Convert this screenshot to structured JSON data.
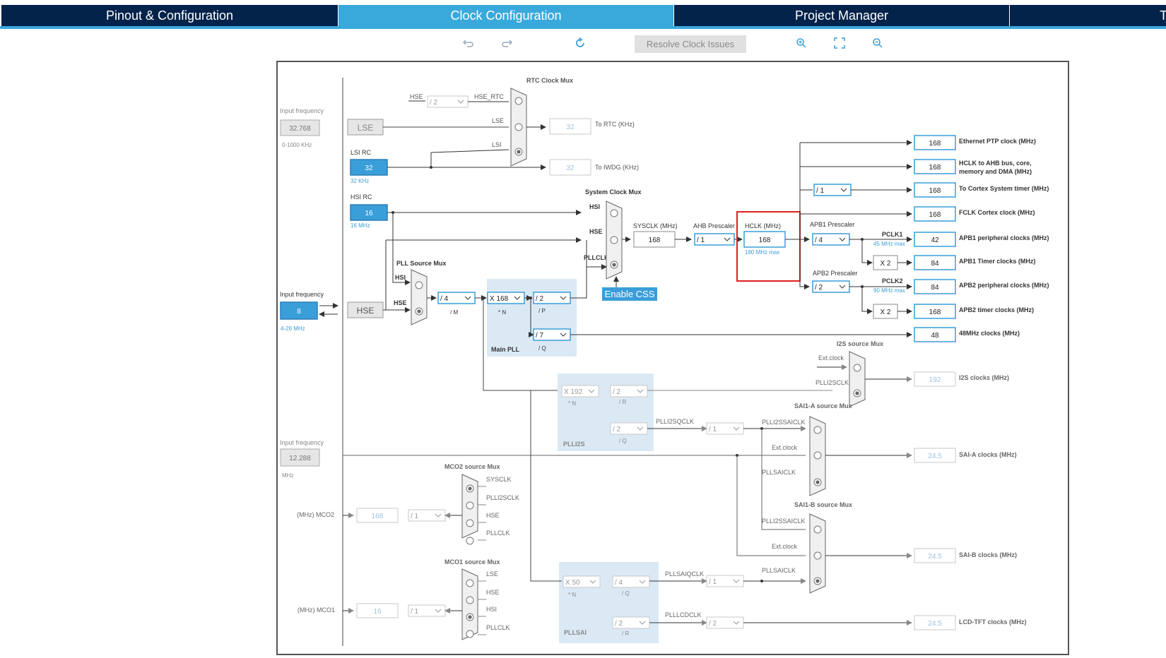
{
  "tabs": [
    {
      "label": "Pinout & Configuration",
      "active": false
    },
    {
      "label": "Clock Configuration",
      "active": true
    },
    {
      "label": "Project Manager",
      "active": false
    },
    {
      "label": "T",
      "active": false
    }
  ],
  "toolbar": {
    "undo_icon": "undo-icon",
    "redo_icon": "redo-icon",
    "reset_icon": "refresh-icon",
    "resolve_label": "Resolve Clock Issues",
    "zoom_in_icon": "zoom-in-icon",
    "fit_icon": "fit-screen-icon",
    "zoom_out_icon": "zoom-out-icon"
  },
  "colors": {
    "active_tab": "#39a9dc",
    "dark_tab": "#03234b",
    "blue_box": "#3a9ed9",
    "pll_bg": "#dbe9f4",
    "highlight": "#e02020"
  },
  "diagram": {
    "rtc_mux": "RTC Clock Mux",
    "input_freq_label": "Input frequency",
    "lse_input": "32.768",
    "lse_range": "0-1000 KHz",
    "lse": "LSE",
    "hse_div_sig": "HSE",
    "hse_rtc_div": "/ 2",
    "hse_rtc": "HSE_RTC",
    "lse_sig": "LSE",
    "lsi_sig": "LSI",
    "to_rtc_val": "32",
    "to_rtc": "To RTC (KHz)",
    "lsi_rc": "LSI RC",
    "lsi_val": "32",
    "lsi_freq": "32 KHz",
    "to_iwdg_val": "32",
    "to_iwdg": "To IWDG (KHz)",
    "hsi_rc": "HSI RC",
    "hsi_val": "16",
    "hsi_freq": "16 MHz",
    "sys_mux": "System Clock Mux",
    "sys_hsi": "HSI",
    "sys_hse": "HSE",
    "sys_pllclk": "PLLCLK",
    "sysclk_label": "SYSCLK (MHz)",
    "sysclk_val": "168",
    "ahb_label": "AHB Prescaler",
    "ahb_div": "/ 1",
    "hclk_label": "HCLK (MHz)",
    "hclk_val": "168",
    "hclk_max": "180 MHz max",
    "apb1_label": "APB1 Prescaler",
    "apb1_div": "/ 4",
    "pclk1": "PCLK1",
    "pclk1_max": "45 MHz max",
    "apb2_label": "APB2 Prescaler",
    "apb2_div": "/ 2",
    "pclk2": "PCLK2",
    "pclk2_max": "90 MHz max",
    "cortex_div": "/ 1",
    "x2a": "X 2",
    "x2b": "X 2",
    "pll_src_mux": "PLL Source Mux",
    "pll_hsi": "HSI",
    "pll_hse": "HSE",
    "hse_input": "8",
    "hse_range": "4-26 MHz",
    "hse": "HSE",
    "div_m": "/ 4",
    "m_lbl": "/ M",
    "mul_n": "X 168",
    "n_lbl": "* N",
    "div_p": "/ 2",
    "p_lbl": "/ P",
    "div_q": "/ 7",
    "q_lbl": "/ Q",
    "main_pll": "Main PLL",
    "enable_css": "Enable CSS",
    "outputs": [
      {
        "val": "168",
        "label": "Ethernet PTP clock (MHz)",
        "label2": ""
      },
      {
        "val": "168",
        "label": "HCLK to AHB bus, core,",
        "label2": "memory and DMA (MHz)"
      },
      {
        "val": "168",
        "label": "To Cortex System timer (MHz)",
        "label2": ""
      },
      {
        "val": "168",
        "label": "FCLK Cortex clock (MHz)",
        "label2": ""
      },
      {
        "val": "42",
        "label": "APB1 peripheral clocks (MHz)",
        "label2": ""
      },
      {
        "val": "84",
        "label": "APB1 Timer clocks (MHz)",
        "label2": ""
      },
      {
        "val": "84",
        "label": "APB2 peripheral clocks (MHz)",
        "label2": ""
      },
      {
        "val": "168",
        "label": "APB2 timer clocks (MHz)",
        "label2": ""
      },
      {
        "val": "48",
        "label": "48MHz clocks (MHz)",
        "label2": ""
      }
    ],
    "i2s_mux": "I2S source Mux",
    "ext_clock": "Ext.clock",
    "plli2sclk": "PLLI2SCLK",
    "i2s_val": "192",
    "i2s_label": "I2S clocks (MHz)",
    "plli2s_n": "X 192",
    "plli2s_nl": "* N",
    "plli2s_r": "/ 2",
    "plli2s_rl": "/ R",
    "plli2s_q": "/ 2",
    "plli2s_ql": "/ Q",
    "plli2s": "PLLI2S",
    "plli2sqclk": "PLLI2SQCLK",
    "plli2sq_div": "/ 1",
    "sai_a_mux": "SAI1-A source Mux",
    "plli2ssaiclk": "PLLI2SSAICLK",
    "sai_ext": "Ext.clock",
    "pllsaiclk": "PLLSAICLK",
    "sai_a_val": "24.5",
    "sai_a_label": "SAI-A clocks (MHz)",
    "input_freq3": "12.288",
    "mhz": "MHz",
    "sai_b_mux": "SAI1-B source Mux",
    "sai_b_plli2s": "PLLI2SSAICLK",
    "sai_b_ext": "Ext.clock",
    "sai_b_pllsai": "PLLSAICLK",
    "sai_b_val": "24.5",
    "sai_b_label": "SAI-B clocks (MHz)",
    "mco2_mux": "MCO2 source Mux",
    "mco2_opts": [
      "SYSCLK",
      "PLLI2SCLK",
      "HSE",
      "PLLCLK"
    ],
    "mco2_label": "(MHz) MCO2",
    "mco2_val": "168",
    "mco2_div": "/ 1",
    "mco1_mux": "MCO1 source Mux",
    "mco1_opts": [
      "LSE",
      "HSE",
      "HSI",
      "PLLCLK"
    ],
    "mco1_label": "(MHz) MCO1",
    "mco1_val": "16",
    "mco1_div": "/ 1",
    "pllsai_n": "X 50",
    "pllsai_nl": "* N",
    "pllsai_q": "/ 4",
    "pllsai_ql": "/ Q",
    "pllsai_r": "/ 2",
    "pllsai_rl": "/ R",
    "pllsai": "PLLSAI",
    "pllsaiqclk": "PLLSAIQCLK",
    "pllsaiq_div": "/ 1",
    "pllcdclk": "PLLLCDCLK",
    "lcd_div": "/ 2",
    "lcd_val": "24.5",
    "lcd_label": "LCD-TFT clocks (MHz)"
  }
}
